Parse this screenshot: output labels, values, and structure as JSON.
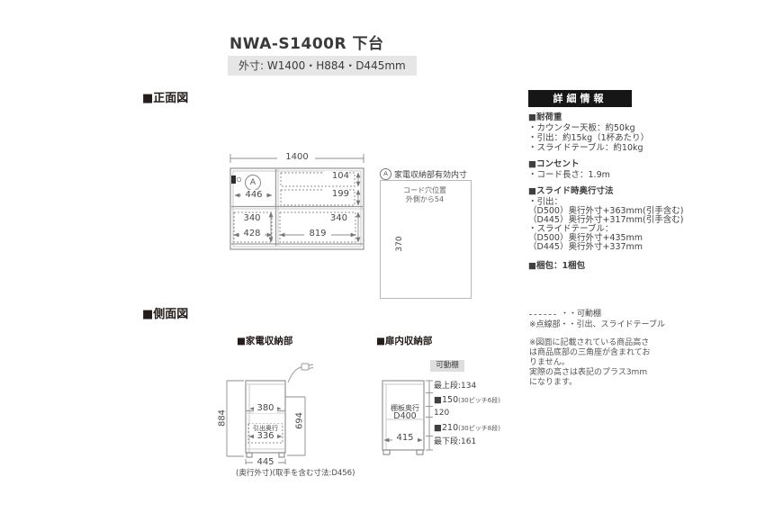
{
  "colors": {
    "header_bg": "#161616",
    "badge_bg": "#e6e6e6",
    "line_gray": "#9b9b9b",
    "text": "#3f3f3f"
  },
  "page": {
    "title": "NWA-S1400R 下台",
    "outer_dims": "外寸: W1400・H884・D445mm"
  },
  "sections": {
    "front_view": "■正面図",
    "side_view": "■側面図",
    "appliance": "■家電収納部",
    "door_inner": "■扉内収納部"
  },
  "front_view": {
    "mark": "A",
    "dim_total_width": "1400",
    "dim_a_width": "446",
    "dim_slide_height": "104",
    "dim_upper_drawer_height": "199",
    "dim_left_drawer_height": "340",
    "dim_left_drawer_width": "428",
    "dim_right_drawer_height": "340",
    "dim_right_drawer_width": "819",
    "annotation": {
      "mark": "A",
      "title": "家電収納部有効内寸",
      "cord_line1": "コード穴位置",
      "cord_line2": "外側から54",
      "dim_height": "370"
    }
  },
  "side_left": {
    "dim_height": "884",
    "dim_top_depth": "380",
    "drawer_depth_label": "引出奥行",
    "dim_drawer_depth": "336",
    "dim_inner_height": "694",
    "dim_bottom_depth": "445",
    "caption": "(奥行外寸)(取手を含む寸法:D456)"
  },
  "side_right": {
    "badge": "可動棚",
    "shelf_depth_label": "棚板奥行",
    "shelf_depth_value": "D400",
    "dim_width": "415",
    "rows": [
      {
        "main": "最上段:134",
        "sub": ""
      },
      {
        "main": "■150",
        "sub": "(30ピッチ6段)"
      },
      {
        "main": "120",
        "sub": ""
      },
      {
        "main": "■210",
        "sub": "(30ピッチ8段)"
      },
      {
        "main": "最下段:161",
        "sub": ""
      }
    ]
  },
  "details": {
    "header": "詳細情報",
    "load_title": "■耐荷重",
    "load_items": [
      "・カウンター天板：約50kg",
      "・引出：約15kg（1杯あたり）",
      "・スライドテーブル：約10kg"
    ],
    "outlet_title": "■コンセント",
    "outlet_items": [
      "・コード長さ：1.9m"
    ],
    "slide_title": "■スライド時奥行寸法",
    "slide_items": [
      "・引出：",
      "（D500）奥行外寸+363mm(引手含む)",
      "（D445）奥行外寸+317mm(引手含む)",
      "・スライドテーブル：",
      "（D500）奥行外寸+435mm",
      "（D445）奥行外寸+337mm"
    ],
    "packing": "■梱包：1梱包",
    "legend_line1": "・・可動棚",
    "legend_line2": "※点線部・・引出、スライドテーブル",
    "note_lines": [
      "※図面に記載されている商品高さ",
      "は商品底部の三角座が含まれてお",
      "りません。",
      "実際の高さは表記のプラス3mm",
      "になります。"
    ]
  }
}
